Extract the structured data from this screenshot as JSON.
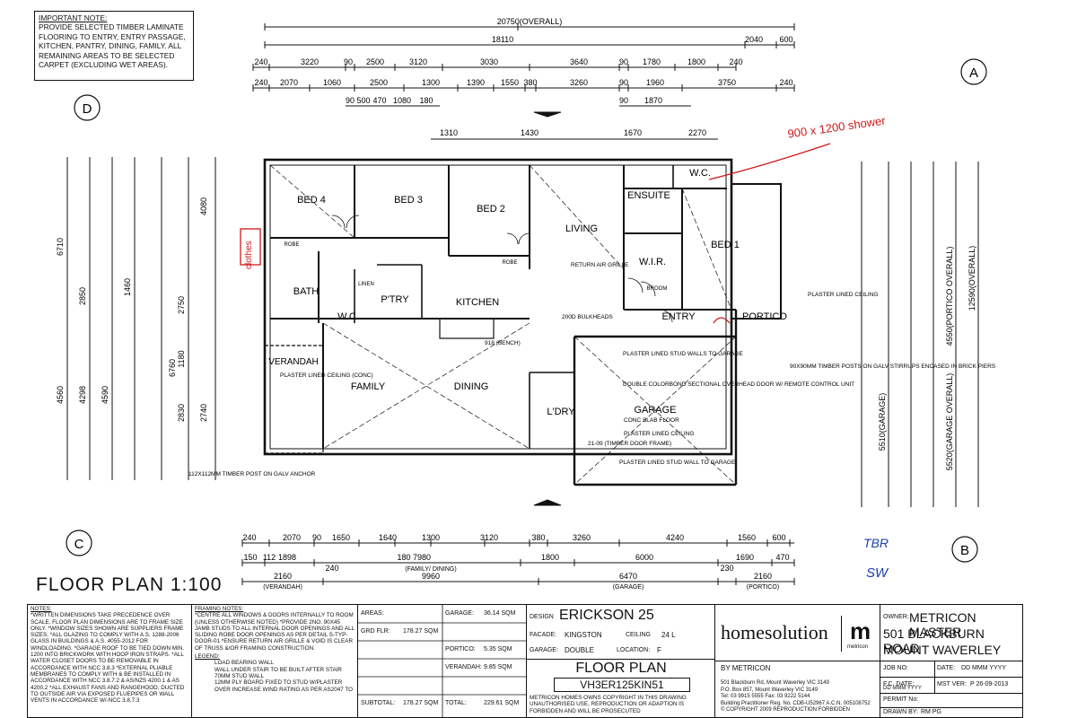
{
  "notes_box": {
    "heading": "IMPORTANT NOTE:",
    "body": "PROVIDE SELECTED TIMBER LAMINATE FLOORING TO ENTRY, ENTRY PASSAGE, KITCHEN, PANTRY, DINING, FAMILY. ALL REMAINING AREAS TO BE SELECTED CARPET (EXCLUDING WET AREAS)."
  },
  "plan_title": "FLOOR PLAN 1:100",
  "markers": {
    "a": "A",
    "b": "B",
    "c": "C",
    "d": "D"
  },
  "rooms": {
    "bed4": "BED 4",
    "bed3": "BED 3",
    "bed2": "BED 2",
    "living": "LIVING",
    "bed1": "BED 1",
    "ensuite": "ENSUITE",
    "wc_ens": "W.C.",
    "wir": "W.I.R.",
    "entry": "ENTRY",
    "portico": "PORTICO",
    "bath": "BATH",
    "wc": "W.C.",
    "ptry": "P'TRY",
    "kitchen": "KITCHEN",
    "family": "FAMILY",
    "dining": "DINING",
    "ldry": "L'DRY",
    "garage": "GARAGE",
    "verandah": "VERANDAH",
    "robe": "ROBE",
    "linen": "LINEN",
    "broom": "BROOM"
  },
  "annotations": {
    "shower": "900 x 1200 shower",
    "clothes": "clothes",
    "tbr": "TBR",
    "sw": "SW",
    "garage_note": "PLASTER LINED STUD WALLS TO GARAGE",
    "door_note": "DOUBLE COLORBOND SECTIONAL OVERHEAD DOOR W/ REMOTE CONTROL UNIT",
    "slab": "CONC SLAB FLOOR",
    "ceiling": "PLASTER LINED CEILING",
    "post": "90X90MM TIMBER POSTS ON GALV STIRRUPS ENCASED IN BRICK PIERS",
    "post2": "112X112MM TIMBER POST ON GALV ANCHOR",
    "verandah_ceiling": "PLASTER LINED CEILING (CONC)",
    "return_air": "RETURN AIR GRILLE",
    "bulkheads": "200D BULKHEADS",
    "bench": "918 (BENCH)",
    "portico_ceiling": "PLASTER LINED CEILING",
    "garage_ceiling": "PLASTER LINED CEILING",
    "garage_wall": "PLASTER LINED STUD WALL TO GARAGE",
    "timber_frame": "21-09 (TIMBER DOOR FRAME)"
  },
  "dims": {
    "overall_w": "20750(OVERALL)",
    "top1": "18110",
    "top1b": "2040",
    "top1c": "600",
    "top2": [
      "240",
      "3220",
      "90",
      "2500",
      "3120",
      "3030",
      "3640",
      "90",
      "1780",
      "1800",
      "240"
    ],
    "top3": [
      "240",
      "2070",
      "1060",
      "2500",
      "1300",
      "1390",
      "1550",
      "380",
      "3260",
      "90",
      "1960",
      "3750",
      "240"
    ],
    "top4": [
      "90",
      "500",
      "470",
      "1080",
      "180",
      "90",
      "1870"
    ],
    "plan_top": [
      "1310",
      "1430",
      "1670",
      "2270"
    ],
    "bottom1": [
      "240",
      "2070",
      "90",
      "1650",
      "1640",
      "1300",
      "3120",
      "380",
      "3260",
      "4240",
      "1560",
      "600"
    ],
    "bottom2": [
      "150",
      "112",
      "1898",
      "180",
      "7980",
      "1800",
      "6000",
      "1690",
      "470"
    ],
    "bottom3": [
      "2160",
      "240",
      "9960",
      "6470",
      "230",
      "2160"
    ],
    "bottom3_labels": [
      "(VERANDAH)",
      "(FAMILY/ DINING)",
      "(GARAGE)",
      "(PORTICO)"
    ],
    "left_overall": "6710",
    "left_overall2": "6760",
    "right_overall": "12590(OVERALL)",
    "right_overall2": "5520(GARAGE OVERALL)",
    "right_garage": "5510(GARAGE)",
    "right_portico": "4550(PORTICO OVERALL)",
    "left_vals": [
      "4560",
      "4298",
      "4590",
      "2850",
      "1460",
      "4080",
      "2750",
      "1180",
      "2830",
      "2740"
    ]
  },
  "title_block": {
    "notes_heading": "NOTES:",
    "notes": "*WRITTEN DIMENSIONS TAKE PRECEDENCE OVER SCALE. FLOOR PLAN DIMENSIONS ARE TO FRAME SIZE ONLY. *WINDOW SIZES SHOWN ARE SUPPLIERS FRAME SIZES. *ALL GLAZING TO COMPLY WITH A.S. 1288-2006 GLASS IN BUILDINGS & A.S. 4055-2012 FOR WINDLOADING. *GARAGE ROOF TO BE TIED DOWN MIN. 1200 INTO BRICKWORK WITH HOOP IRON STRAPS. *ALL WATER CLOSET DOORS TO BE REMOVABLE IN ACCORDANCE WITH NCC 3.8.3 *EXTERNAL PLIABLE MEMBRANES TO COMPLY WITH & BE INSTALLED IN ACCORDANCE WITH NCC 3.8.7.2 & AS/NZS 4200.1 & AS 4200.2 *ALL EXHAUST FANS AND RANGEHOOD, DUCTED TO OUTSIDE AIR VIA EXPOSED FLUEPIPES OR WALL VENTS IN ACCORDANCE W/-NCC 3.8.7.3",
    "framing_heading": "FRAMING NOTES:",
    "framing": "*CENTRE ALL WINDOWS & DOORS INTERNALLY TO ROOM (UNLESS OTHERWISE NOTED) *PROVIDE 2NO. 90X45 JAMB STUDS TO ALL INTERNAL DOOR OPENINGS AND ALL SLIDING ROBE DOOR OPENINGS AS PER DETAIL S-TYP-DOOR-01 *ENSURE RETURN AIR GRILLE & VOID IS CLEAR OF TRUSS &/OR FRAMING CONSTRUCTION.",
    "legend_heading": "LEGEND:",
    "legend": [
      "LOAD BEARING WALL",
      "WALL UNDER STAIR TO BE BUILT AFTER STAIR 70MM STUD WALL",
      "12MM PLY BOARD FIXED TO STUD W/PLASTER OVER INCREASE WIND RATING AS PER AS2047 TO"
    ],
    "areas_label": "AREAS:",
    "grd_flr_label": "GRD FLR:",
    "grd_flr": "178.27 SQM",
    "garage_label": "GARAGE:",
    "garage": "36.14 SQM",
    "portico_label": "PORTICO:",
    "portico": "5.35 SQM",
    "verandah_label": "VERANDAH:",
    "verandah": "9.85 SQM",
    "subtotal_label": "SUBTOTAL:",
    "subtotal": "178.27 SQM",
    "total_label": "TOTAL:",
    "total": "229.61 SQM",
    "design_label": "DESIGN",
    "design": "ERICKSON 25",
    "facade_label": "FACADE:",
    "facade": "KINGSTON",
    "ceiling_label": "CEILING",
    "ceiling": "24 L",
    "garage2_label": "GARAGE:",
    "garage2": "DOUBLE",
    "location_label": "LOCATION:",
    "location": "F",
    "sheet_title": "FLOOR PLAN",
    "sheet_code": "VH3ER125KIN51",
    "copyright": "METRICON HOMES OWNS COPYRIGHT IN THIS DRAWING UNAUTHORISED USE, REPRODUCTION OR ADAPTION IS FORBIDDEN AND WILL BE PROSECUTED",
    "brand": "homesolution",
    "brand_by": "BY METRICON",
    "brand_m": "m",
    "brand_m_sub": "metricon",
    "address_lines": [
      "501 Blackburn Rd, Mount Waverley VIC 3149",
      "P.O. Box 857, Mount Waverley VIC 3149",
      "Tel: 03 9915 5555 Fax: 03 9222 5144",
      "Building Practitioner Reg. No. CDB-U52967 A.C.N. 005108752",
      "© COPYRIGHT 2009 REPRODUCTION FORBIDDEN"
    ],
    "owner_label": "OWNER:",
    "owner_lines": [
      "METRICON MASTER",
      "501 BLACKBURN ROAD",
      "MOUNT WAVERLEY"
    ],
    "job_label": "JOB NO:",
    "date_label": "DATE:",
    "date": "DD MMM YYYY",
    "fc_label": "F.C. DATE:",
    "fc": "DD MMM YYYY",
    "mst_label": "MST VER:",
    "mst": "P 26-09-2013",
    "permit_label": "PERMIT No:",
    "drawn_label": "DRAWN BY:",
    "drawn": "RM PG"
  },
  "colors": {
    "ink": "#111111",
    "red_markup": "#d01818",
    "blue_markup": "#1a3fb0"
  }
}
